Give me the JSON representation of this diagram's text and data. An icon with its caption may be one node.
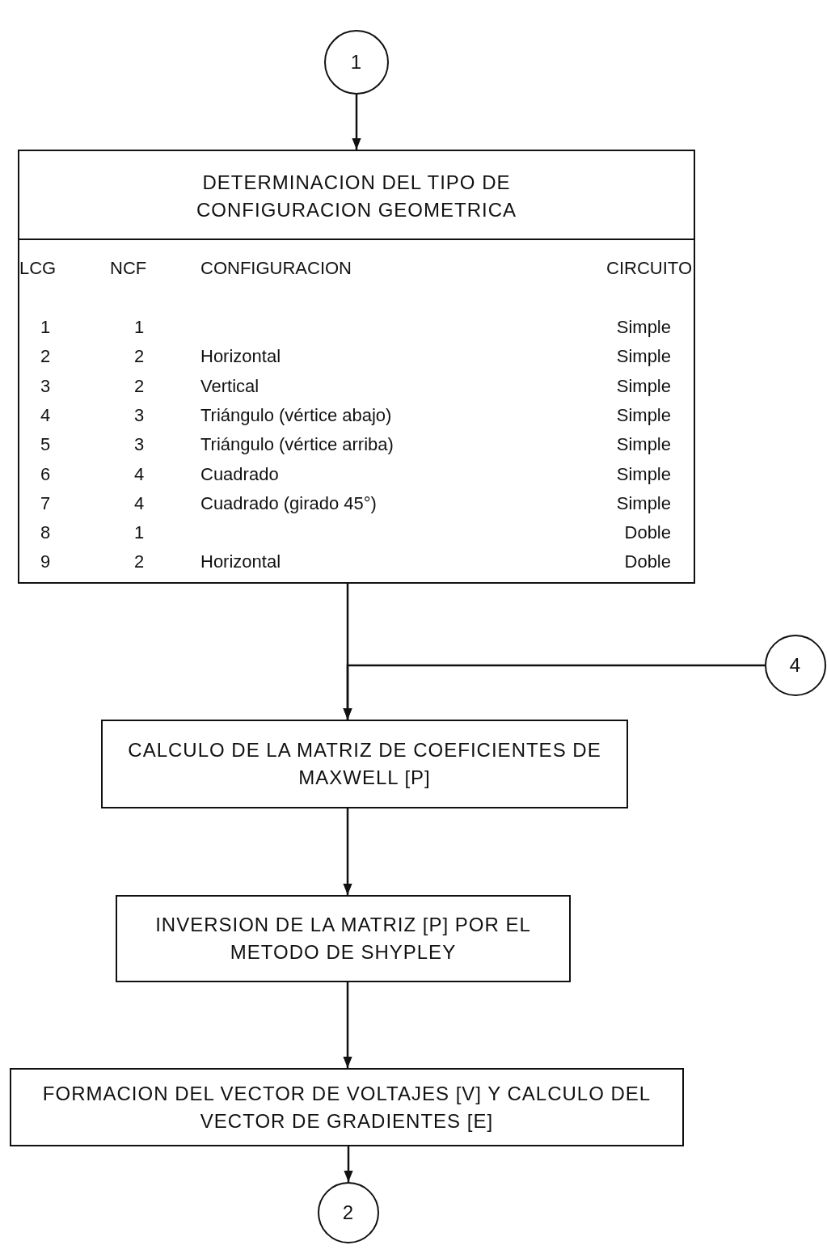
{
  "diagram": {
    "nodes": [
      {
        "text": [
          "1"
        ]
      },
      {
        "text": [
          "DETERMINACION DEL TIPO DE CONFIGURACION GEOMETRICA"
        ]
      },
      {
        "text": [
          "4"
        ]
      },
      {
        "text": [
          "CALCULO DE LA MATRIZ DE COEFICIENTES DE MAXWELL [P]"
        ]
      },
      {
        "text": [
          "INVERSION DE LA MATRIZ [P] POR EL METODO DE SHYPLEY"
        ]
      },
      {
        "text": [
          "FORMACION DEL VECTOR DE VOLTAJES [V] Y CALCULO DEL VECTOR DE GRADIENTES [E]"
        ]
      },
      {
        "text": [
          "2"
        ]
      }
    ],
    "edges": [
      {
        "from": 0,
        "to": 1,
        "arrow": "to"
      },
      {
        "from": 1,
        "to": 3,
        "arrow": "to"
      },
      {
        "from": 2,
        "to": 3,
        "arrow": "to"
      },
      {
        "from": 3,
        "to": 4,
        "arrow": "to"
      },
      {
        "from": 4,
        "to": 5,
        "arrow": "to"
      },
      {
        "from": 5,
        "to": 6,
        "arrow": "to"
      }
    ],
    "labels": [
      "LCG",
      "NCF",
      "CONFIGURACION",
      "CIRCUITO",
      "1",
      "1",
      "Simple",
      "2",
      "2",
      "Horizontal",
      "Simple",
      "3",
      "2",
      "Vertical",
      "Simple",
      "4",
      "3",
      "Triángulo (vértice abajo)",
      "Simple",
      "5",
      "3",
      "Triángulo (vértice arriba)",
      "Simple",
      "6",
      "4",
      "Cuadrado",
      "Simple",
      "7",
      "4",
      "Cuadrado (girado 45°)",
      "Simple",
      "8",
      "1",
      "Doble",
      "9",
      "2",
      "Horizontal",
      "Doble"
    ]
  }
}
